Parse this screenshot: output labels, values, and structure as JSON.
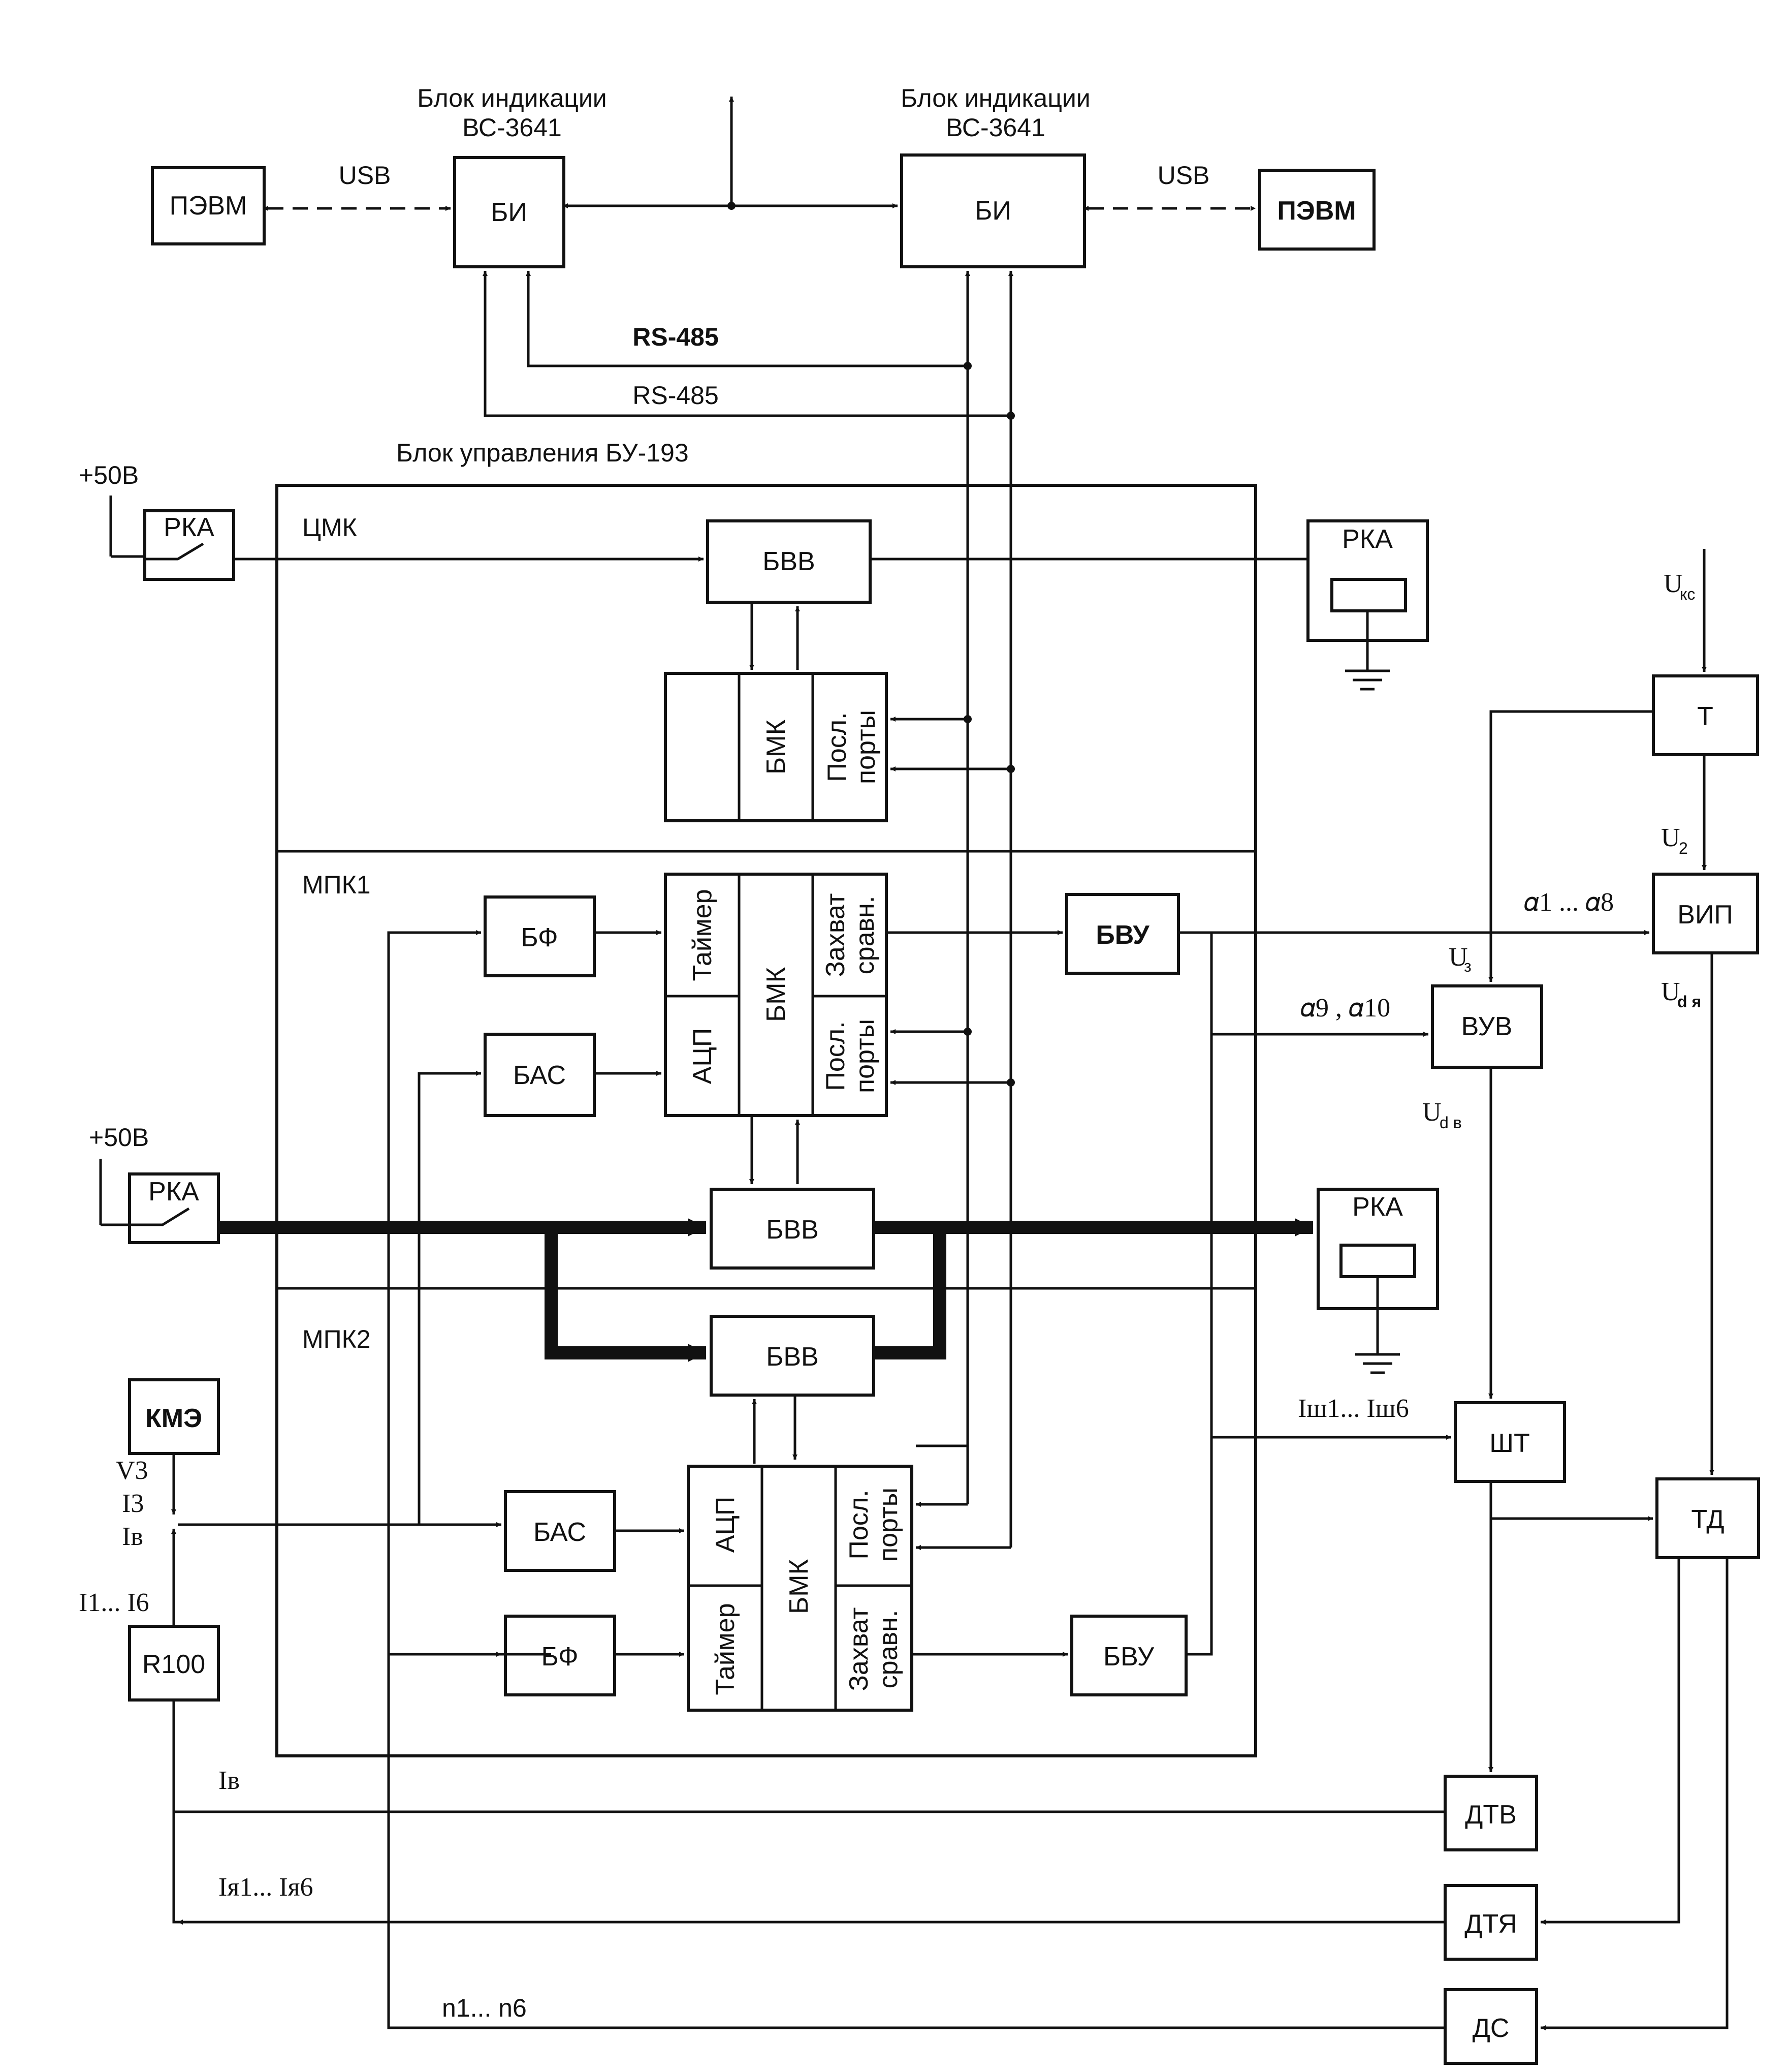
{
  "labels": {
    "bi_left_title_1": "Блок индикации",
    "bi_left_title_2": "ВС-3641",
    "bi_right_title_1": "Блок индикации",
    "bi_right_title_2": "ВС-3641",
    "usb_left": "USB",
    "usb_right": "USB",
    "rs485_1": "RS-485",
    "rs485_2": "RS-485",
    "bu_title": "Блок управления БУ-193",
    "v50_top": "+50В",
    "v50_mid": "+50В",
    "cmk": "ЦМК",
    "mpk1": "МПК1",
    "mpk2": "МПК2",
    "u_kc_main": "U",
    "u_kc_sub": "кс",
    "u2_main": "U",
    "u2_sub": "2",
    "u3_main": "U",
    "u3_sub": "з",
    "udya_main": "U",
    "udya_sub": "d я",
    "udv_main": "U",
    "udv_sub": "d в",
    "alpha18": "𝛼1 ... 𝛼8",
    "alpha910": "𝛼9 , 𝛼10",
    "ish": "Iш1... Iш6",
    "v3": "V3",
    "i3": "I3",
    "iv_left": "Iв",
    "i16": "I1... I6",
    "iv_bottom": "Iв",
    "iya": "Iя1... Iя6",
    "n16": "n1... n6"
  },
  "blocks": {
    "pevm_left": "ПЭВМ",
    "pevm_right": "ПЭВМ",
    "bi_left": "БИ",
    "bi_right": "БИ",
    "rka_top_switch": "РКА",
    "rka_top_relay": "РКА",
    "bvv_cmk": "БВВ",
    "bmk_cmk": "БМК",
    "ports_cmk_1": "Посл.",
    "ports_cmk_2": "порты",
    "bf_mpk1": "БФ",
    "bas_mpk1": "БАС",
    "timer_mpk1": "Таймер",
    "adc_mpk1": "АЦП",
    "bmk_mpk1": "БМК",
    "capture_mpk1_1": "Захват",
    "capture_mpk1_2": "сравн.",
    "ports_mpk1_1": "Посл.",
    "ports_mpk1_2": "порты",
    "bvu_mpk1": "БВУ",
    "rka_mid_switch": "РКА",
    "bvv_mpk1": "БВВ",
    "rka_mid_relay": "РКА",
    "bvv_mpk2": "БВВ",
    "kme": "КМЭ",
    "r100": "R100",
    "bas_mpk2": "БАС",
    "bf_mpk2": "БФ",
    "adc_mpk2": "АЦП",
    "timer_mpk2": "Таймер",
    "bmk_mpk2": "БМК",
    "ports_mpk2_1": "Посл.",
    "ports_mpk2_2": "порты",
    "capture_mpk2_1": "Захват",
    "capture_mpk2_2": "сравн.",
    "bvu_mpk2": "БВУ",
    "t": "Т",
    "vip": "ВИП",
    "vuv": "ВУВ",
    "sht": "ШТ",
    "td": "ТД",
    "dtv": "ДТВ",
    "dtya": "ДТЯ",
    "ds": "ДС"
  }
}
